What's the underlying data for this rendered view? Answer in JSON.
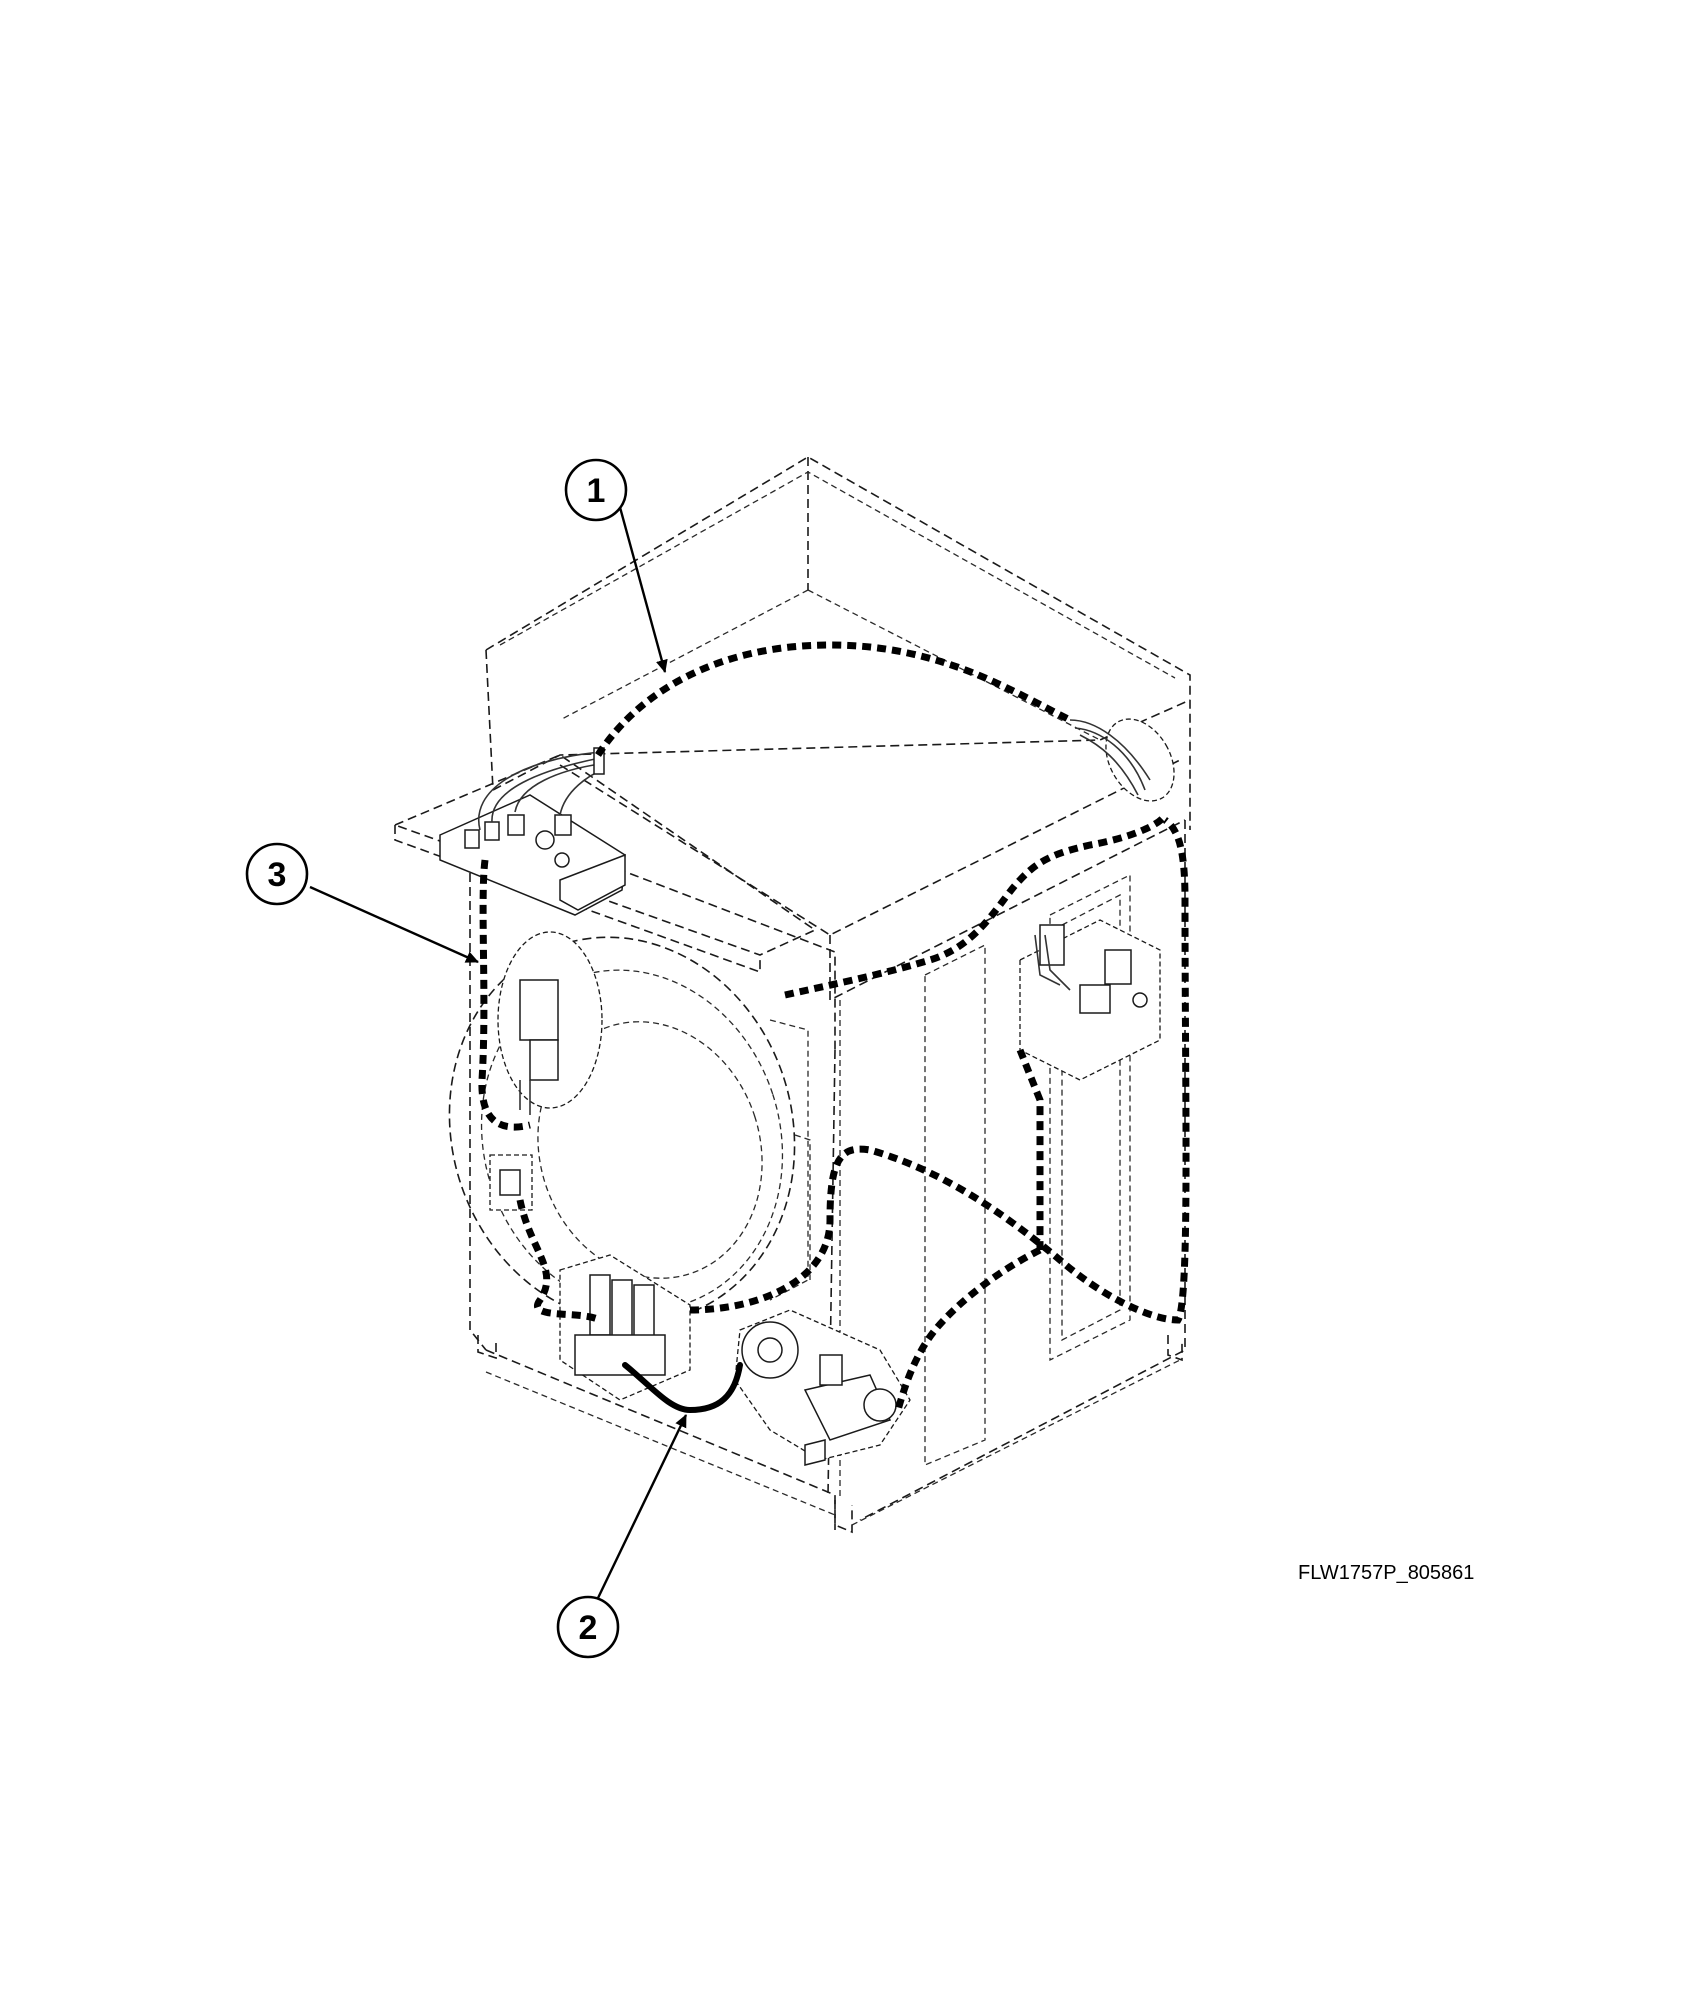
{
  "figure_id": "FLW1757P_805861",
  "callouts": [
    {
      "label": "1"
    },
    {
      "label": "2"
    },
    {
      "label": "3"
    }
  ],
  "colors": {
    "line": "#000000",
    "background": "#ffffff"
  }
}
